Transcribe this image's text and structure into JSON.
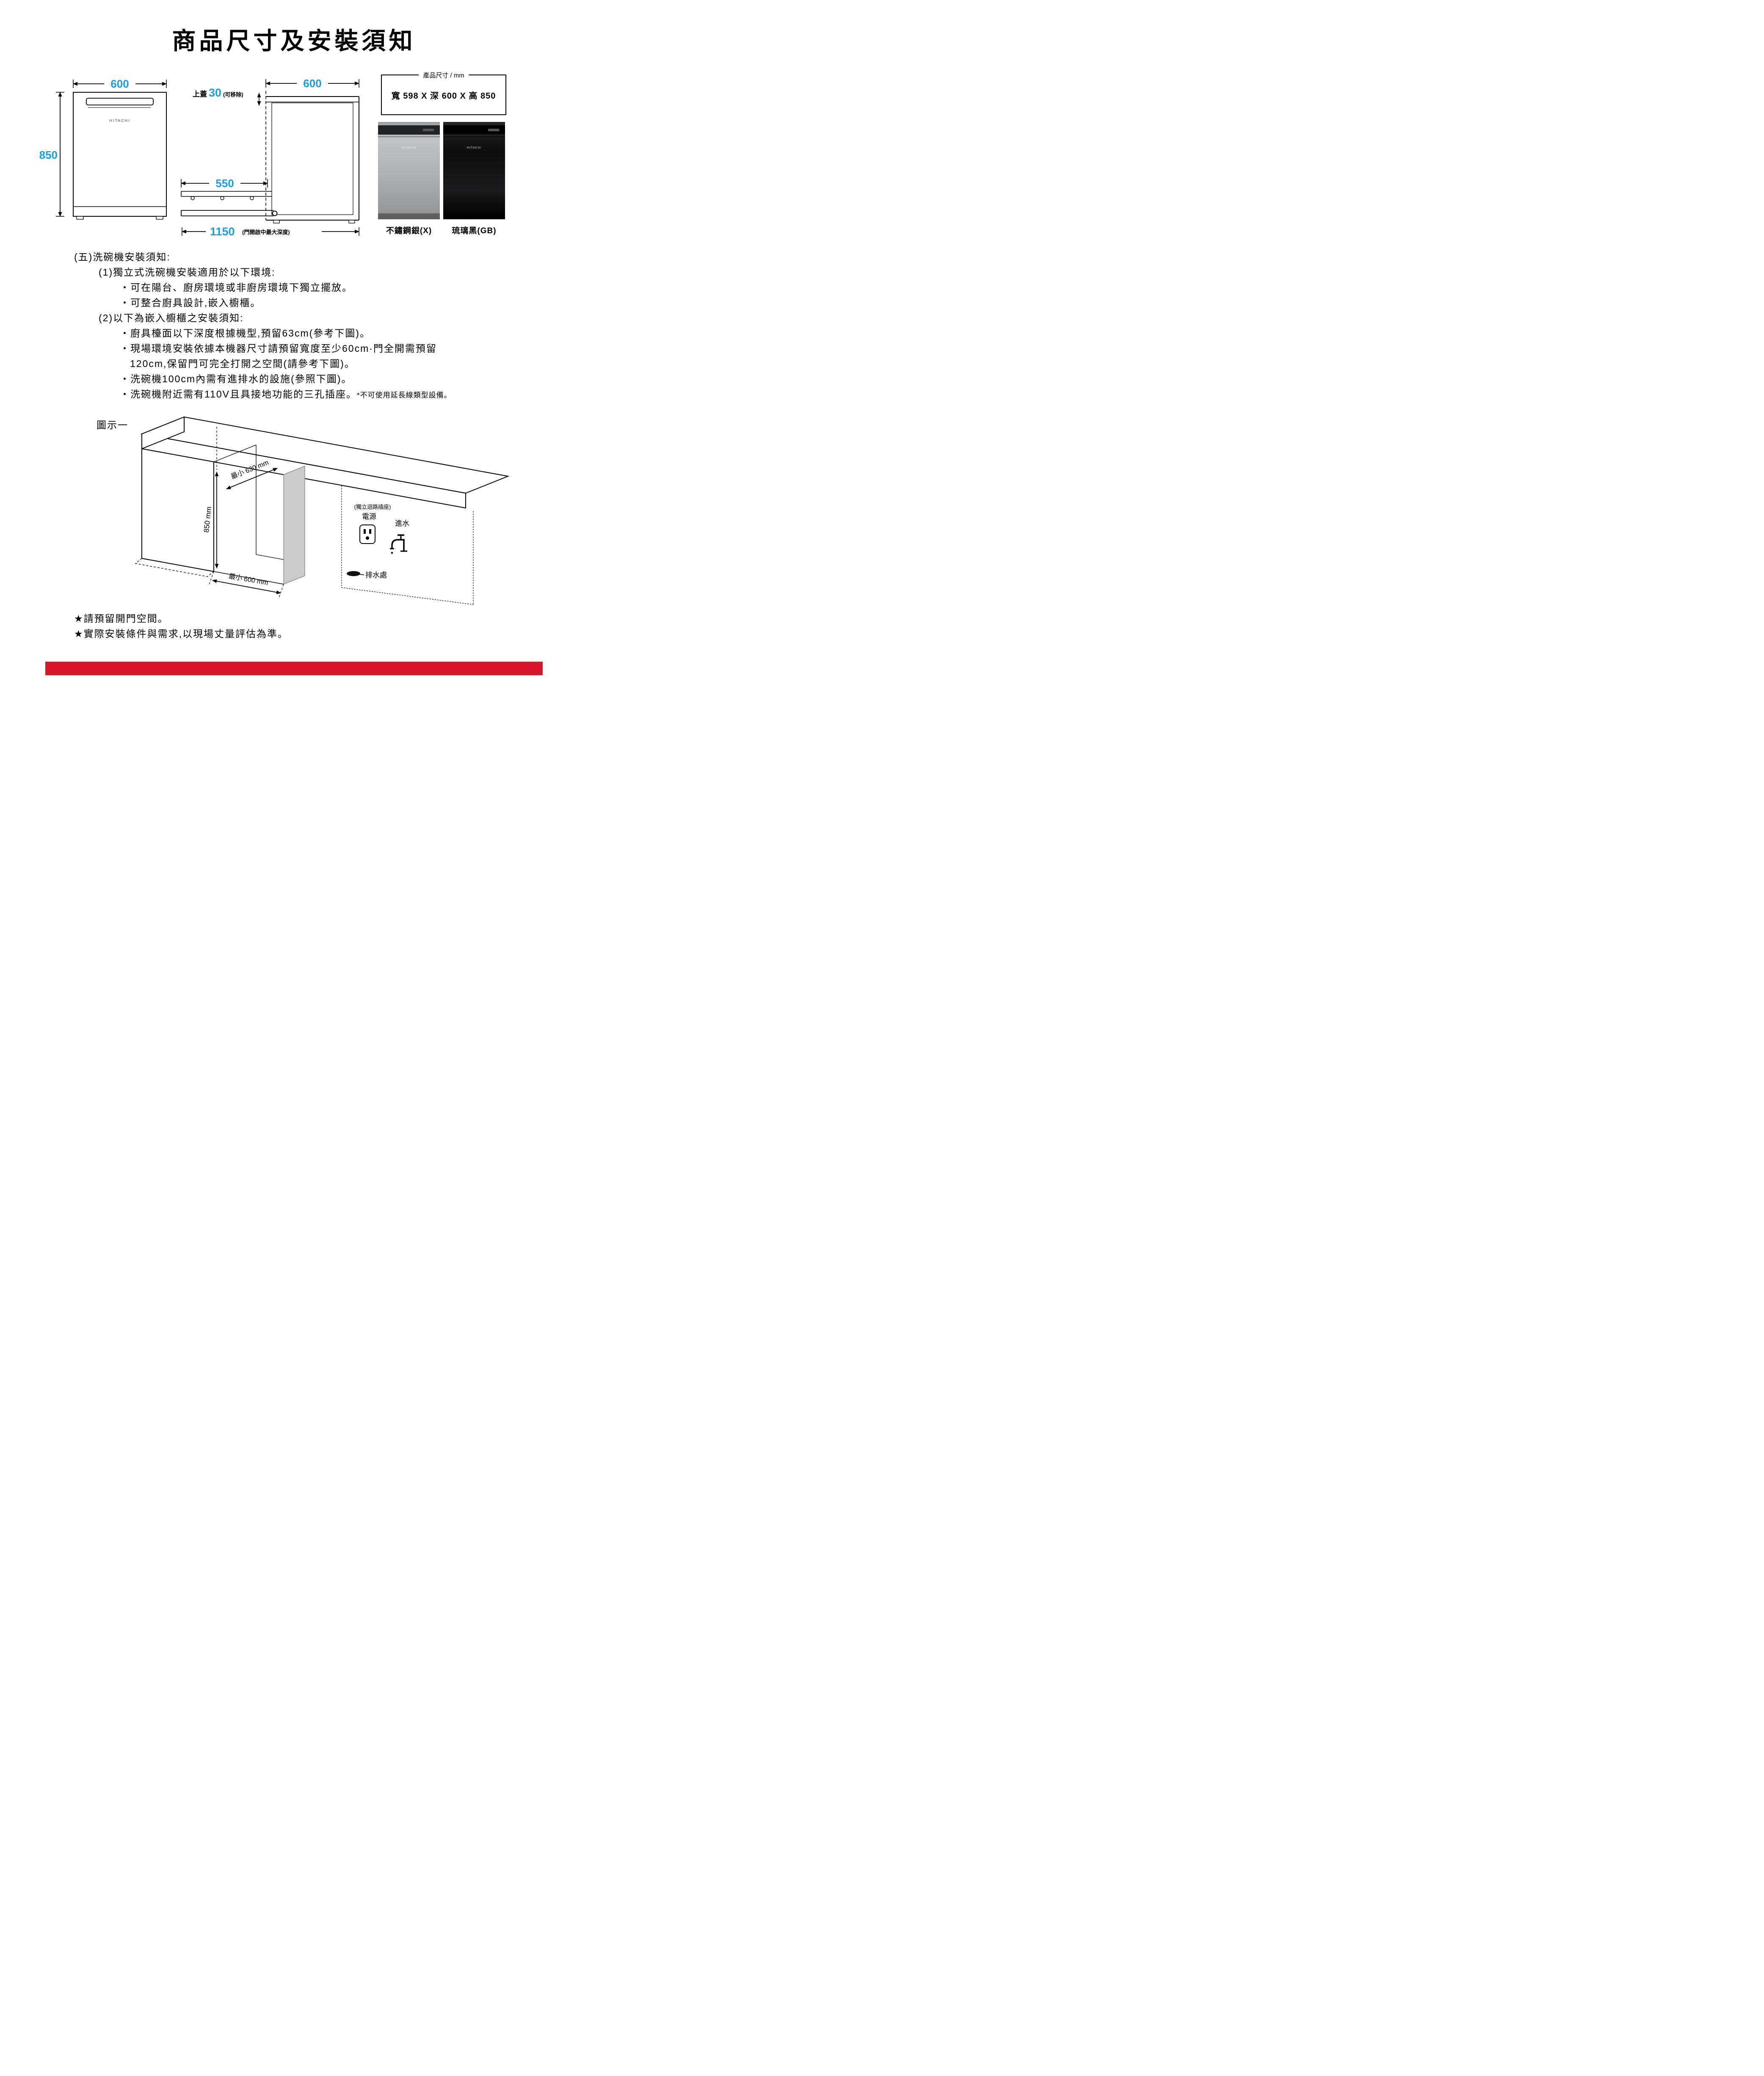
{
  "page": {
    "title": "商品尺寸及安裝須知"
  },
  "front_view": {
    "width": "600",
    "height": "850",
    "brand": "HITACHI"
  },
  "side_view": {
    "cover_prefix": "上蓋",
    "cover_value": "30",
    "cover_note": "(可移除)",
    "width": "600",
    "rack": "550",
    "open_depth": "1150",
    "open_note": "(門開啟中最大深度)"
  },
  "spec": {
    "header": "產品尺寸 / mm",
    "value": "寬 598 X 深 600 X 高 850"
  },
  "variants": {
    "brand": "HITACHI",
    "silver": "不鏽鋼銀(X)",
    "black": "琉璃黑(GB)"
  },
  "notes": {
    "heading": "(五)洗碗機安裝須知:",
    "s1": "(1)獨立式洗碗機安裝適用於以下環境:",
    "s1b1": "・可在陽台、廚房環境或非廚房環境下獨立擺放。",
    "s1b2": "・可整合廚具設計,嵌入櫥櫃。",
    "s2": "(2)以下為嵌入櫥櫃之安裝須知:",
    "s2b1": "・廚具檯面以下深度根據機型,預留63cm(參考下圖)。",
    "s2b2a": "・現場環境安裝依據本機器尺寸請預留寬度至少60cm·門全開需預留",
    "s2b2b": "120cm,保留門可完全打開之空間(請參考下圖)。",
    "s2b3": "・洗碗機100cm內需有進排水的設施(參照下圖)。",
    "s2b4": "・洗碗機附近需有110V且具接地功能的三孔插座。",
    "s2b4note": "*不可使用延長線類型設備。"
  },
  "figure": {
    "caption": "圖示一",
    "dim_height": "850 mm",
    "dim_depth": "最小 630 mm",
    "dim_width": "最小 600 mm",
    "outlet_note": "(獨立迴路插座)",
    "power": "電源",
    "inlet": "進水",
    "drain": "排水處"
  },
  "footer": {
    "line1": "★請預留開門空間。",
    "line2": "★實際安裝條件與需求,以現場丈量評估為準。"
  },
  "colors": {
    "dimension_blue": "#1b9fe0",
    "footer_red": "#d7182a"
  }
}
